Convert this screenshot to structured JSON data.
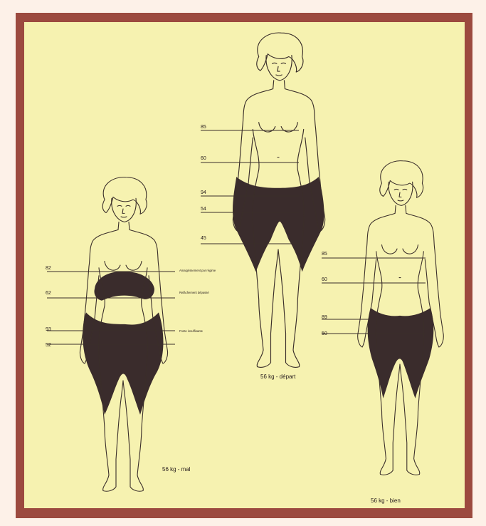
{
  "colors": {
    "page_bg": "#fdf1e8",
    "frame": "#9c4a3f",
    "paper": "#f6f2b0",
    "ink": "#3a2e2a",
    "fat": "#3a2c2c"
  },
  "figures": {
    "left": {
      "caption": "56 kg - mal",
      "measures": [
        "82",
        "62",
        "93",
        "52"
      ],
      "notes": [
        "Amaigrissement par régime",
        "Relâchement dépassé",
        "Fonte insuffisante"
      ]
    },
    "center": {
      "caption": "56 kg - départ",
      "measures": [
        "85",
        "60",
        "94",
        "54",
        "45"
      ]
    },
    "right": {
      "caption": "56 kg - bien",
      "measures": [
        "85",
        "60",
        "89",
        "50"
      ]
    }
  }
}
